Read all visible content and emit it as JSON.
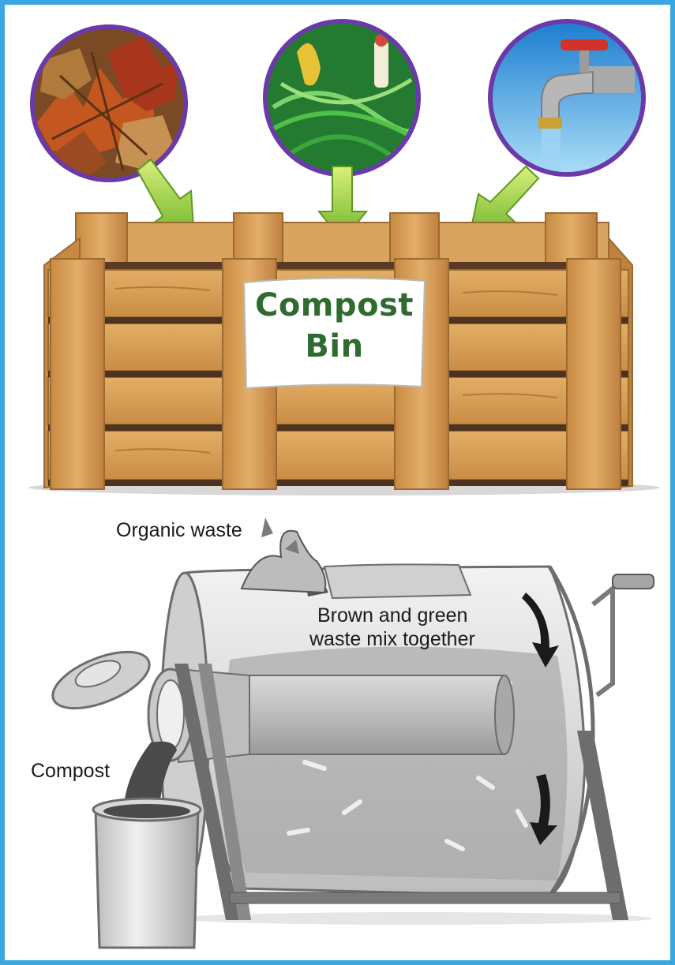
{
  "sign": {
    "line1": "Compost",
    "line2": "Bin"
  },
  "labels": {
    "organic_waste": "Organic waste",
    "mix_line1": "Brown and green",
    "mix_line2": "waste mix together",
    "compost": "Compost"
  },
  "inputs": [
    {
      "icon": "autumn-leaves-icon"
    },
    {
      "icon": "green-scraps-icon"
    },
    {
      "icon": "water-faucet-icon"
    }
  ],
  "colors": {
    "frame": "#3ba7e0",
    "circle_ring": "#6a3aa8",
    "arrow": "#8fcf3a",
    "wood": "#d49a50",
    "sign_text": "#2f6b2f"
  }
}
